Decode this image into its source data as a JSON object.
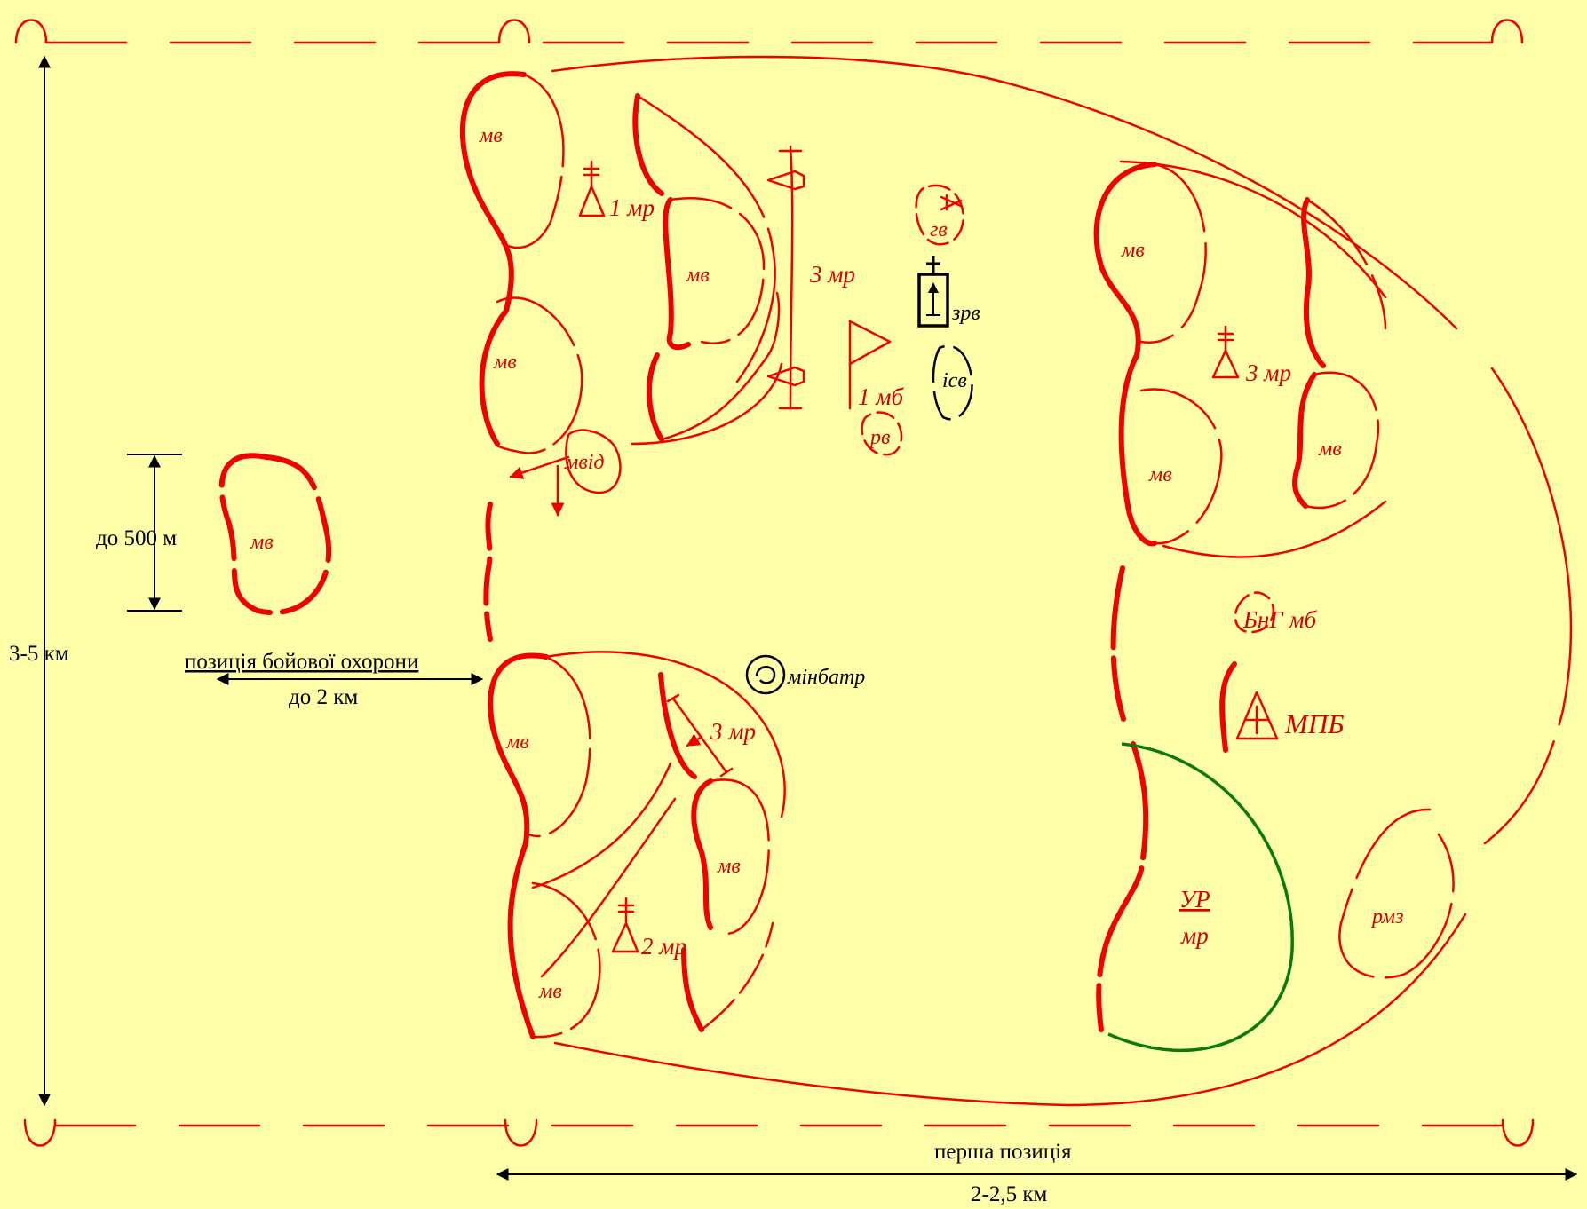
{
  "colors": {
    "background": "#FFFFAA",
    "unit_lines": "#F00000",
    "dimensions": "#000000",
    "reserve_area": "#0A7A0A"
  },
  "labels": {
    "mv": "мв",
    "mr1": "1 мр",
    "mr2": "2 мр",
    "mr3": "3 мр",
    "mb1": "1 мб",
    "gv": "гв",
    "zrv": "зрв",
    "isv": "ісв",
    "rv": "рв",
    "mvid": "мвід",
    "minbatr": "мінбатр",
    "bng": "БнГ мб",
    "mpb": "МПБ",
    "ur": "УР",
    "mr": "мр",
    "rmz": "рмз"
  },
  "dimensions": {
    "depth": "3-5 км",
    "outpost_size": "до 500 м",
    "outpost_position": "позиція бойової охорони",
    "outpost_distance": "до 2 км",
    "first_position": "перша позиція",
    "position_width": "2-2,5 км"
  },
  "icons": [
    "triangle-post-icon",
    "flag-icon",
    "brigade-cross-icon",
    "mortar-icon",
    "medical-cross-icon",
    "observation-post-icon",
    "air-defence-icon"
  ]
}
